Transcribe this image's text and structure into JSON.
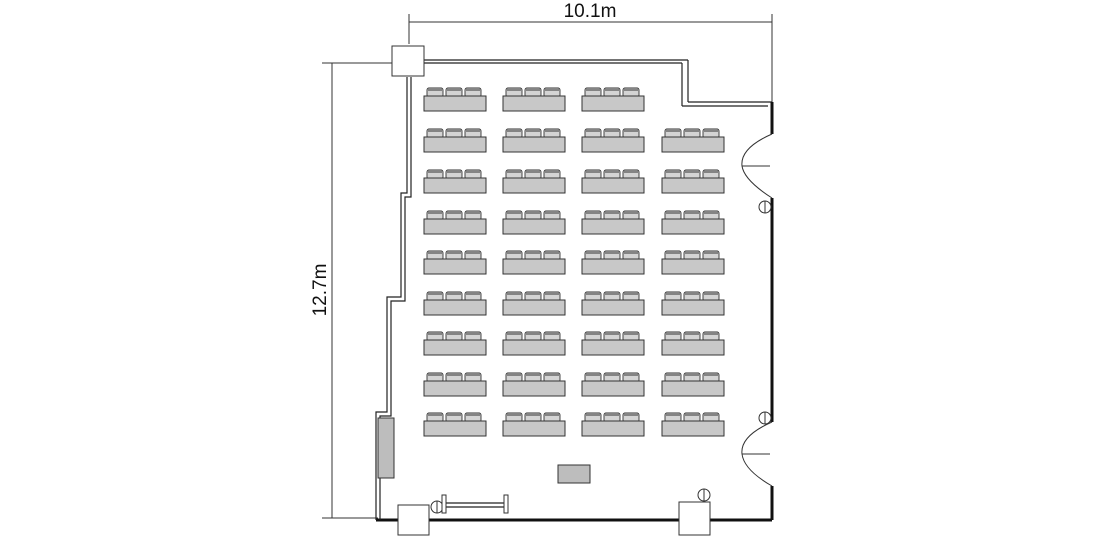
{
  "dimensions": {
    "width_label": "10.1m",
    "height_label": "12.7m"
  },
  "layout": {
    "rows": 9,
    "columns": 4,
    "chairs_per_desk": 3,
    "missing_seats": [
      [
        0,
        3
      ]
    ]
  },
  "icons": [
    "desk-icon",
    "chair-icon",
    "door-icon",
    "column-icon",
    "dimension-line-icon"
  ]
}
